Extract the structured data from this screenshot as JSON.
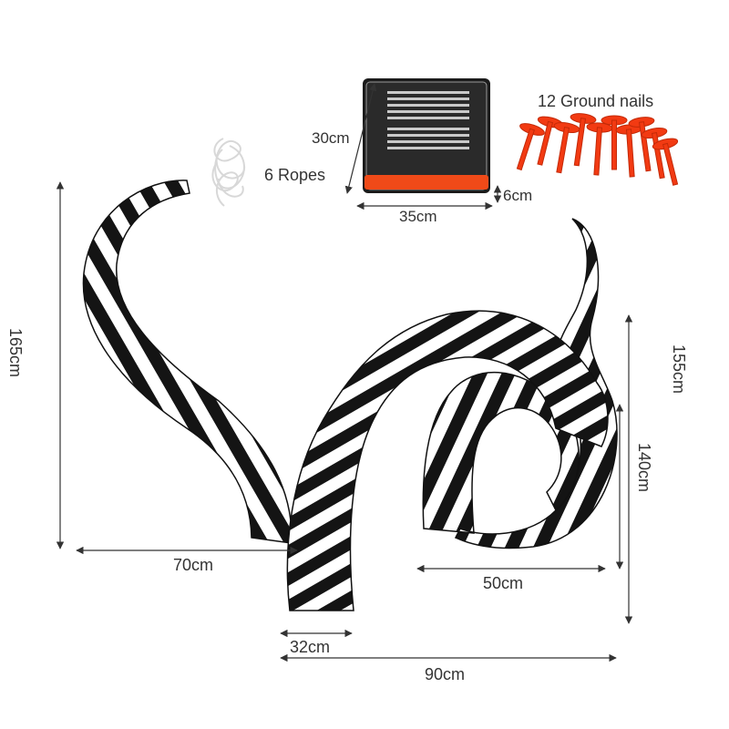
{
  "labels": {
    "ropes": "6 Ropes",
    "nails": "12 Ground nails",
    "bag_height": "30cm",
    "bag_width": "35cm",
    "bag_depth": "6cm",
    "left_height": "165cm",
    "left_width": "70cm",
    "base_width": "32cm",
    "total_width": "90cm",
    "loop_width": "50cm",
    "right_height": "155cm",
    "loop_height": "140cm"
  },
  "colors": {
    "stripe_dark": "#141414",
    "stripe_light": "#ffffff",
    "nail": "#f23a12",
    "measure_line": "#333333"
  }
}
